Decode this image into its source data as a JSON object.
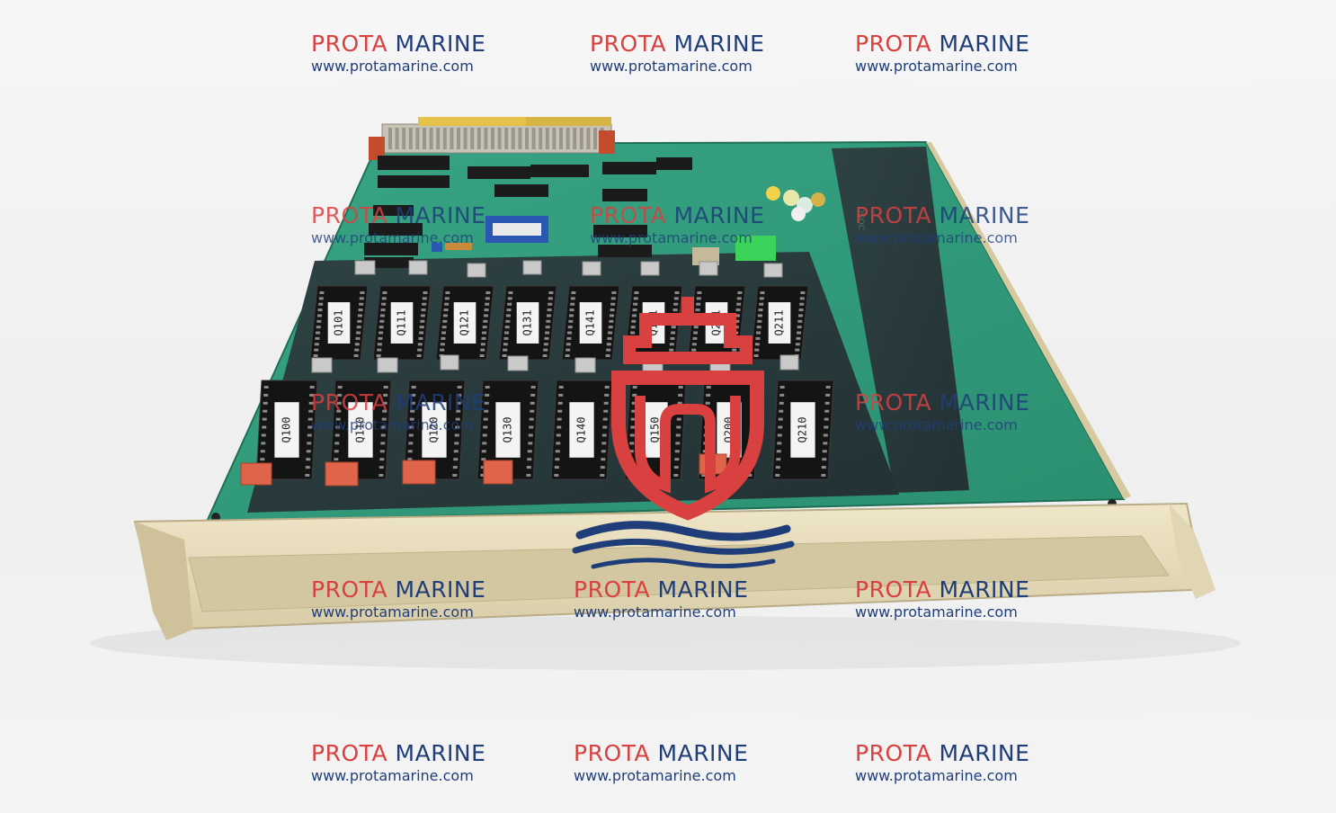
{
  "watermark": {
    "brand_part1": "PROTA",
    "brand_part2": "MARINE",
    "url": "www.protamarine.com",
    "colors": {
      "brand_red": "#d8413f",
      "brand_blue": "#1f3e79"
    }
  },
  "logo": {
    "icon": "ship-bow-waves-logo",
    "colors": [
      "#d8413f",
      "#1f3e79"
    ]
  },
  "board": {
    "pcb_color": "#2f9a78",
    "mask_color": "#28393a",
    "front_panel_color": "#e9dfbf",
    "chip_socket_labels_top": [
      "Q101",
      "Q111",
      "Q121",
      "Q131",
      "Q141",
      "Q151",
      "Q201",
      "Q211"
    ],
    "chip_socket_labels_bottom": [
      "Q100",
      "Q110",
      "Q120",
      "Q130",
      "Q140",
      "Q150",
      "Q200",
      "Q210"
    ]
  }
}
